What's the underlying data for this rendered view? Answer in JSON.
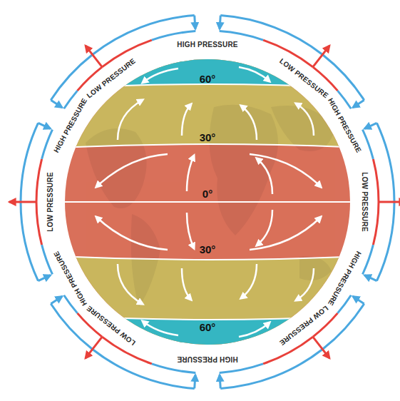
{
  "diagram": {
    "labels": [
      "HIGH PRESSURE",
      "LOW PRESSURE",
      "LOW PRESSURE",
      "HIGH PRESSURE",
      "HIGH PRESSURE",
      "LOW PRESSURE",
      "LOW PRESSURE",
      "HIGH PRESSURE",
      "HIGH PRESSURE",
      "LOW PRESSURE",
      "LOW PRESSURE",
      "HIGH PRESSURE",
      "60°",
      "30°",
      "0°",
      "30°",
      "60°"
    ]
  }
}
